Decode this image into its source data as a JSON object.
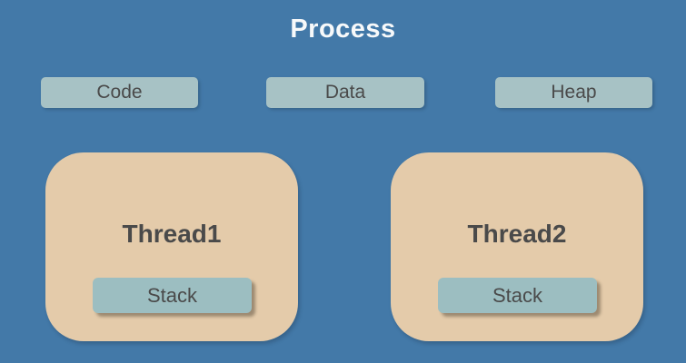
{
  "diagram": {
    "title": "Process",
    "segments": [
      {
        "label": "Code"
      },
      {
        "label": "Data"
      },
      {
        "label": "Heap"
      }
    ],
    "threads": [
      {
        "label": "Thread1",
        "stack_label": "Stack"
      },
      {
        "label": "Thread2",
        "stack_label": "Stack"
      }
    ],
    "colors": {
      "background": "#4379a8",
      "segment_fill": "#a7c2c5",
      "thread_fill": "#e4cbaa",
      "stack_fill": "#9cbec1",
      "title_text": "#f7f9fa",
      "label_text": "#4a4a4a"
    }
  }
}
